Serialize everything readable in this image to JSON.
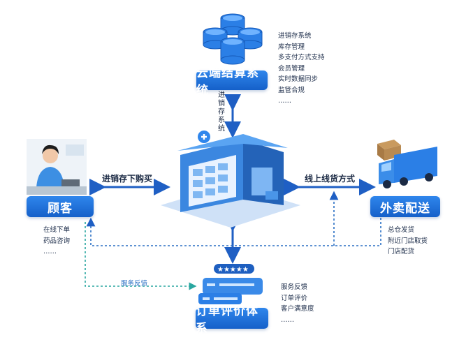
{
  "nodes": {
    "cloud": {
      "title": "云端结算系统",
      "features": [
        "进销存系统",
        "库存管理",
        "多支付方式支持",
        "会员管理",
        "实时数据同步",
        "监管合规",
        "……"
      ]
    },
    "customer": {
      "title": "顾客",
      "features": [
        "在线下单",
        "药品咨询",
        "……"
      ]
    },
    "delivery": {
      "title": "外卖配送",
      "features": [
        "总仓发货",
        "附近门店取货",
        "门店配货"
      ]
    },
    "review": {
      "title": "订单评价体系",
      "features": [
        "服务反馈",
        "订单评价",
        "客户满意度",
        "……"
      ]
    }
  },
  "edges": {
    "store_cloud": "进销存系统",
    "customer_store": "进销存下购买",
    "store_delivery": "线上线货方式",
    "review_feedback": "服务反馈"
  },
  "colors": {
    "primary": "#1a6fd8",
    "arrow": "#1f5fc4",
    "dotted": "#2aa7a0"
  }
}
